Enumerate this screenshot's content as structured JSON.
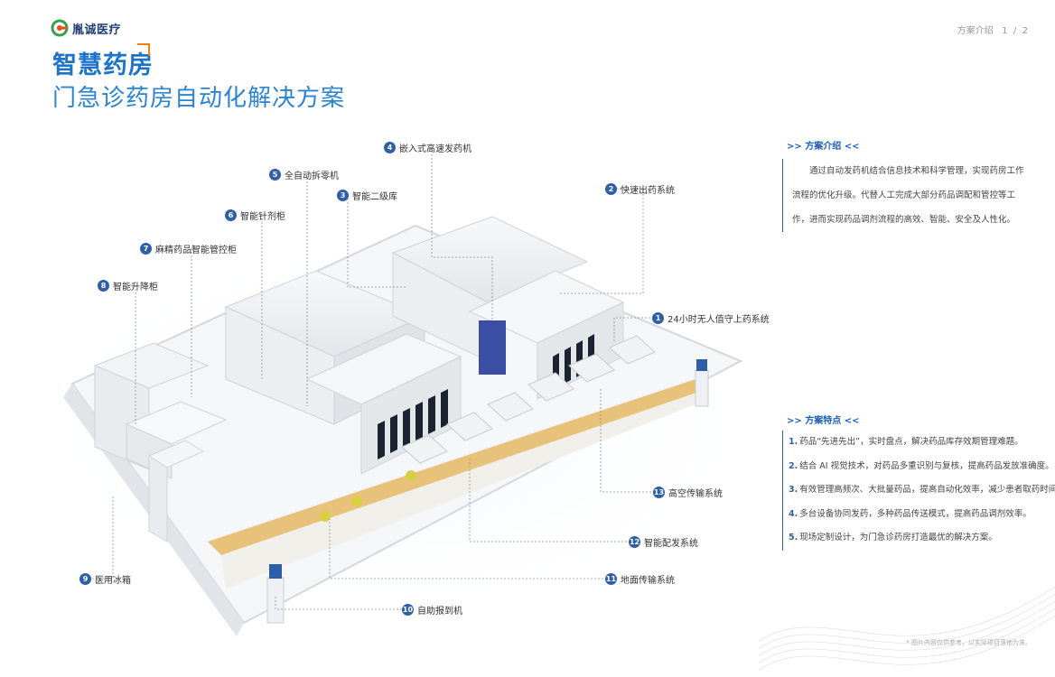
{
  "header": {
    "brand": "胤诚医疗",
    "pager": "方案介绍   1  /  2",
    "title": "智慧药房",
    "subtitle": "门急诊药房自动化解决方案"
  },
  "callouts": [
    {
      "num": "1",
      "label": "24小时无人值守上药系统"
    },
    {
      "num": "2",
      "label": "快速出药系统"
    },
    {
      "num": "3",
      "label": "智能二级库"
    },
    {
      "num": "4",
      "label": "嵌入式高速发药机"
    },
    {
      "num": "5",
      "label": "全自动拆零机"
    },
    {
      "num": "6",
      "label": "智能针剂柜"
    },
    {
      "num": "7",
      "label": "麻精药品智能管控柜"
    },
    {
      "num": "8",
      "label": "智能升降柜"
    },
    {
      "num": "9",
      "label": "医用冰箱"
    },
    {
      "num": "10",
      "label": "自助报到机"
    },
    {
      "num": "11",
      "label": "地面传输系统"
    },
    {
      "num": "12",
      "label": "智能配发系统"
    },
    {
      "num": "13",
      "label": "高空传输系统"
    }
  ],
  "intro": {
    "heading": ">> 方案介绍 <<",
    "body": "通过自动发药机结合信息技术和科学管理，实现药房工作流程的优化升级。代替人工完成大部分药品调配和管控等工作，进而实现药品调剂流程的高效、智能、安全及人性化。"
  },
  "features": {
    "heading": ">> 方案特点 <<",
    "items": [
      {
        "n": "1.",
        "text": "药品“先进先出”，实时盘点，解决药品库存效期管理难题。"
      },
      {
        "n": "2.",
        "text": "结合 AI 视觉技术，对药品多重识别与复核，提高药品发放准确度。"
      },
      {
        "n": "3.",
        "text": "有效管理高频次、大批量药品，提高自动化效率，减少患者取药时间。"
      },
      {
        "n": "4.",
        "text": "多台设备协同发药，多种药品传送模式，提高药品调剂效率。"
      },
      {
        "n": "5.",
        "text": "现场定制设计，为门急诊药房打造最优的解决方案。"
      }
    ]
  },
  "footnote": "* 图片内容仅供参考，以实际项目落地为准。",
  "colors": {
    "accent": "#1d73c8",
    "badge": "#2f5fa8",
    "orange": "#f08300",
    "logo_green": "#3aa14b"
  }
}
